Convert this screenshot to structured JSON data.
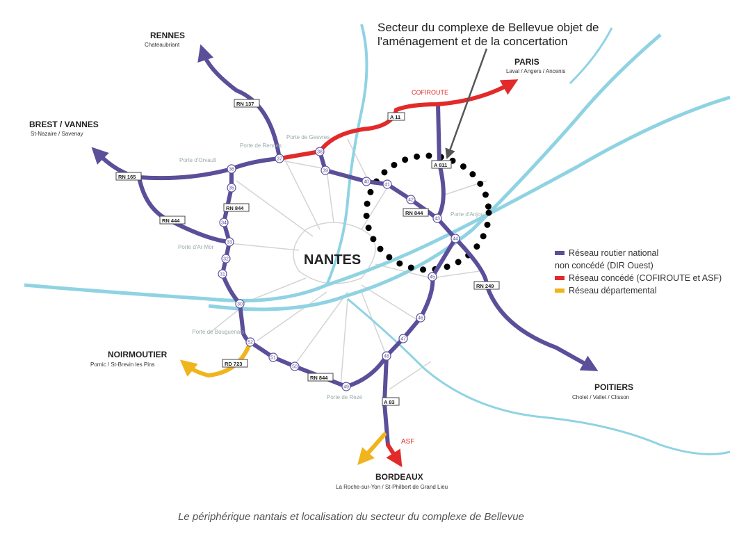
{
  "annotation": {
    "line1": "Secteur du complexe de Bellevue  objet de",
    "line2": "l'aménagement et de la concertation"
  },
  "city": "NANTES",
  "destinations": [
    {
      "name": "RENNES",
      "sub": "Chateaubriant"
    },
    {
      "name": "BREST / VANNES",
      "sub": "St-Nazaire / Savenay"
    },
    {
      "name": "PARIS",
      "sub": "Laval / Angers / Ancenis"
    },
    {
      "name": "NOIRMOUTIER",
      "sub": "Pornic / St-Brevin les Pins"
    },
    {
      "name": "POITIERS",
      "sub": "Cholet / Vallet / Clisson"
    },
    {
      "name": "BORDEAUX",
      "sub": "La Roche-sur-Yon / St-Philbert de Grand Lieu"
    }
  ],
  "roads": {
    "rn137": "RN 137",
    "rn165": "RN 165",
    "rn444": "RN 444",
    "rn844a": "RN 844",
    "rn844b": "RN 844",
    "rn844c": "RN 844",
    "a11": "A 11",
    "a811": "A 811",
    "rn249": "RN 249",
    "a83": "A 83",
    "rd723": "RD 723",
    "cofiroute": "COFIROUTE",
    "asf": "ASF"
  },
  "portes": {
    "rennes": "Porte de Rennes",
    "gesvres": "Porte de Gesvres",
    "orvault": "Porte d'Orvault",
    "armor": "Porte d'Ar Mor",
    "anjou": "Porte d'Anjou",
    "bouguenais": "Porte de Bouguenais",
    "reze": "Porte de Rezé"
  },
  "exits": [
    "37",
    "36",
    "35",
    "34",
    "33",
    "32",
    "31",
    "30",
    "52",
    "51",
    "50",
    "49",
    "48",
    "47",
    "46",
    "45",
    "44",
    "43",
    "42",
    "41",
    "40",
    "39",
    "38"
  ],
  "legend": [
    {
      "label": "Réseau routier national",
      "label2": "non concédé (DIR Ouest)",
      "color": "#5b4f9a"
    },
    {
      "label": "Réseau concédé (COFIROUTE et ASF)",
      "color": "#e32a2a"
    },
    {
      "label": "Réseau départemental",
      "color": "#f0b41c"
    }
  ],
  "caption": "Le périphérique nantais et localisation du secteur du complexe de Bellevue"
}
